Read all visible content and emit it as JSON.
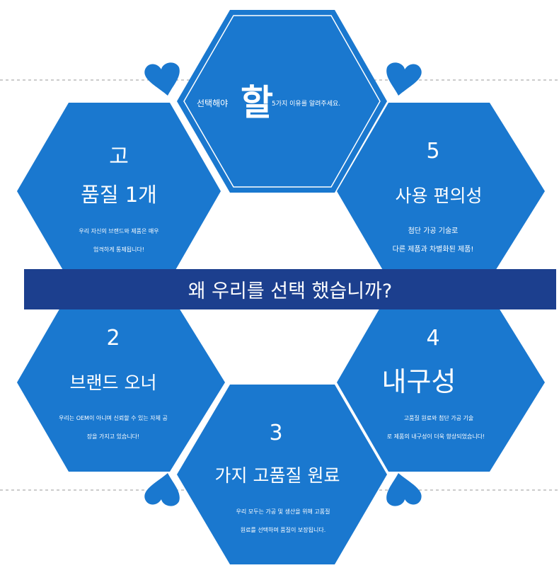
{
  "colors": {
    "hex": "#1a78cf",
    "banner": "#1c3f8e",
    "heart": "#1a78cf",
    "dash": "#999999"
  },
  "center": {
    "prefix": "선택해야",
    "big": "할",
    "suffix": "5가지 이유를 알려주세요."
  },
  "banner": {
    "text": "왜 우리를 선택 했습니까?"
  },
  "items": [
    {
      "number": "고",
      "title": "품질 1개",
      "lines": [
        "우리 자신의 브랜드와 제품은 매우",
        "엄격하게 통제됩니다!"
      ]
    },
    {
      "number": "2",
      "title": "브랜드 오너",
      "lines": [
        "우리는 OEM이 아니며 신뢰할 수 있는 자체 공",
        "장을 가지고 있습니다!"
      ]
    },
    {
      "number": "3",
      "title": "가지 고품질 원료",
      "lines": [
        "우리 모두는 가공 및 생산을 위해 고품질",
        "원료를 선택하며 품질이 보장됩니다."
      ]
    },
    {
      "number": "4",
      "title": "내구성",
      "lines": [
        "고품질 원료와 첨단 가공 기술",
        "로 제품의 내구성이 더욱 향상되었습니다!"
      ]
    },
    {
      "number": "5",
      "title": "사용 편의성",
      "lines": [
        "첨단 가공 기술로",
        "다른 제품과 차별화된 제품!"
      ]
    }
  ]
}
